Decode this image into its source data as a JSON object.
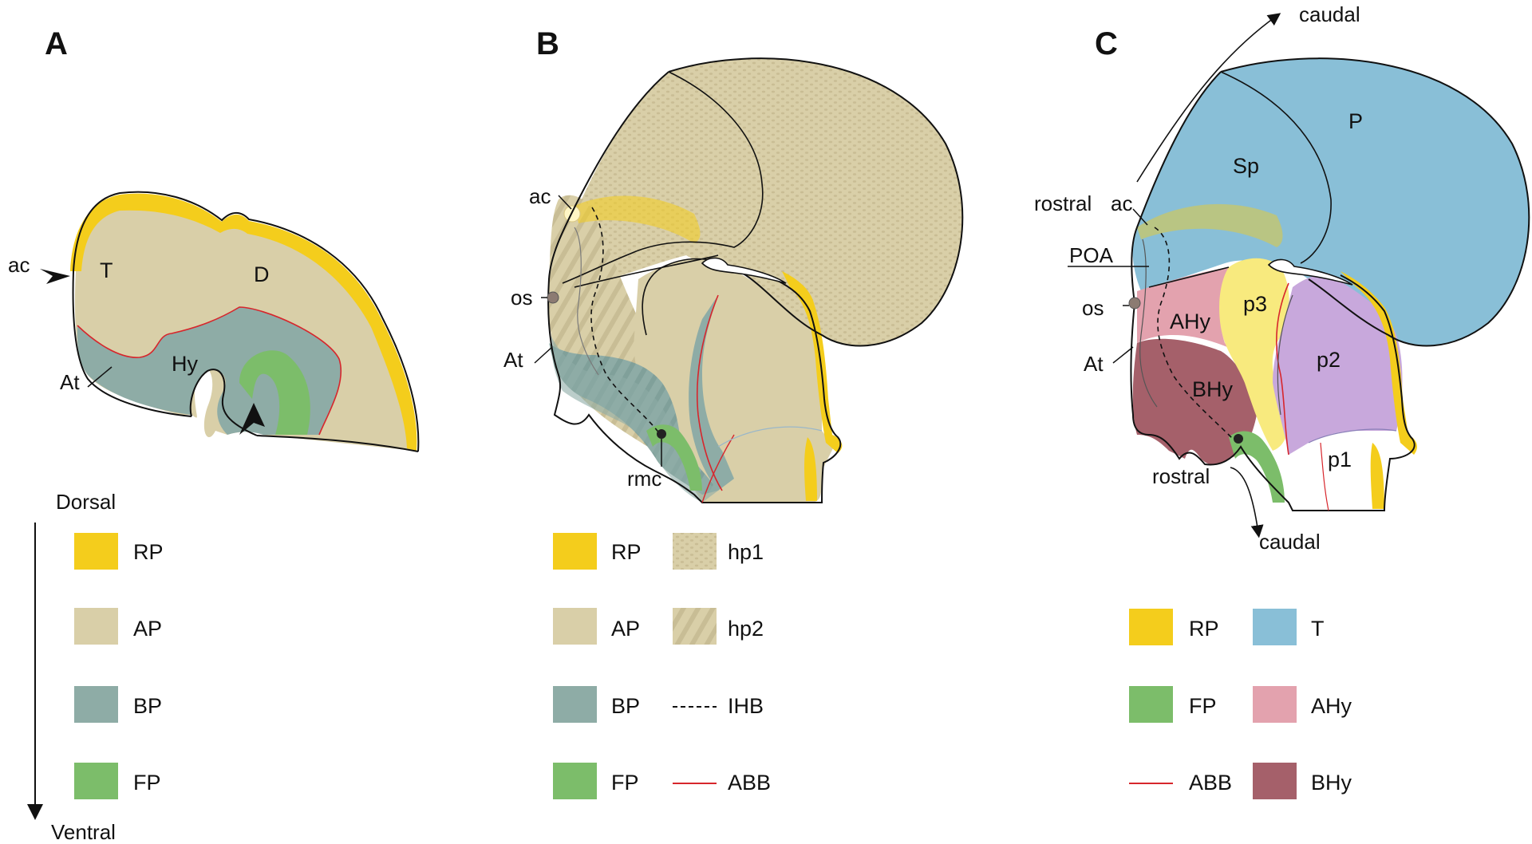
{
  "colors": {
    "RP": "#f4cd1c",
    "AP": "#d9cfa8",
    "BP": "#8eaca6",
    "FP": "#7cbd6a",
    "T": "#89bfd7",
    "AHy": "#e3a2ae",
    "BHy": "#a5606a",
    "p3": "#f8ea7e",
    "p2": "#c8a8dc",
    "ABB": "#d7262c",
    "outline": "#111111"
  },
  "panels": [
    {
      "letter": "A"
    },
    {
      "letter": "B"
    },
    {
      "letter": "C"
    }
  ],
  "panel_a": {
    "labels": {
      "ac": "ac",
      "T": "T",
      "D": "D",
      "Hy": "Hy",
      "At": "At"
    },
    "axis": {
      "top": "Dorsal",
      "bottom": "Ventral"
    },
    "legend": [
      {
        "swatch": "RP",
        "label": "RP"
      },
      {
        "swatch": "AP",
        "label": "AP"
      },
      {
        "swatch": "BP",
        "label": "BP"
      },
      {
        "swatch": "FP",
        "label": "FP"
      }
    ]
  },
  "panel_b": {
    "labels": {
      "ac": "ac",
      "os": "os",
      "At": "At",
      "rmc": "rmc"
    },
    "legend_left": [
      {
        "swatch": "RP",
        "label": "RP"
      },
      {
        "swatch": "AP",
        "label": "AP"
      },
      {
        "swatch": "BP",
        "label": "BP"
      },
      {
        "swatch": "FP",
        "label": "FP"
      }
    ],
    "legend_right": [
      {
        "swatch": "hp1-pattern",
        "label": "hp1"
      },
      {
        "swatch": "hp2-pattern",
        "label": "hp2"
      },
      {
        "swatch": "dashed-line",
        "label": "IHB"
      },
      {
        "swatch": "red-line",
        "label": "ABB"
      }
    ]
  },
  "panel_c": {
    "labels": {
      "caudal_top": "caudal",
      "rostral_top": "rostral",
      "ac": "ac",
      "POA": "POA",
      "os": "os",
      "At": "At",
      "Sp": "Sp",
      "P": "P",
      "AHy": "AHy",
      "p3": "p3",
      "p2": "p2",
      "BHy": "BHy",
      "p1": "p1",
      "rostral_bottom": "rostral",
      "caudal_bottom": "caudal"
    },
    "legend_left": [
      {
        "swatch": "RP",
        "label": "RP"
      },
      {
        "swatch": "FP",
        "label": "FP"
      },
      {
        "swatch": "red-line",
        "label": "ABB"
      }
    ],
    "legend_right": [
      {
        "swatch": "T",
        "label": "T"
      },
      {
        "swatch": "AHy",
        "label": "AHy"
      },
      {
        "swatch": "BHy",
        "label": "BHy"
      }
    ]
  }
}
